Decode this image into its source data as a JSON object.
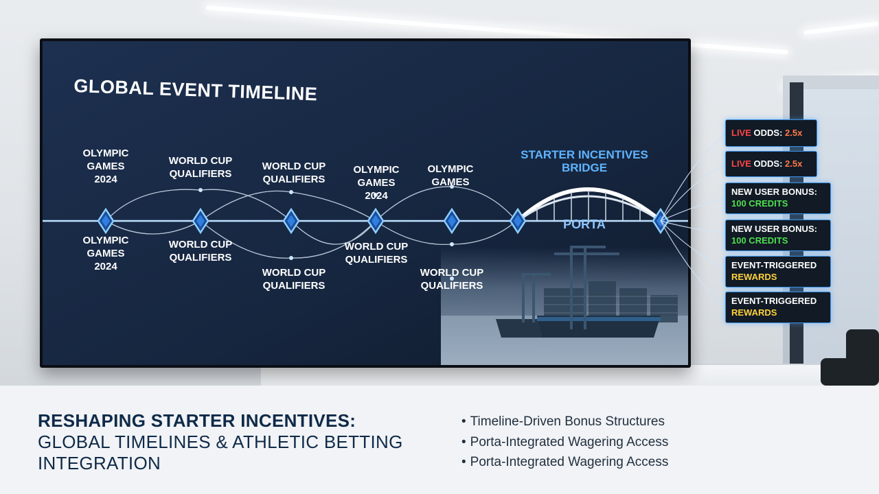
{
  "screen": {
    "title": "GLOBAL EVENT TIMELINE",
    "events_top": [
      "OLYMPIC\nGAMES\n2024",
      "WORLD CUP\nQUALIFIERS",
      "WORLD CUP\nQUALIFIERS",
      "OLYMPIC\nGAMES\n2024",
      "OLYMPIC\nGAMES"
    ],
    "events_bottom": [
      "OLYMPIC\nGAMES\n2024",
      "WORLD CUP\nQUALIFIERS",
      "WORLD CUP\nQUALIFIERS",
      "WORLD CUP\nQUALIFIERS",
      "WORLD CUP\nQUALIFIERS"
    ],
    "bridge_title": "STARTER INCENTIVES\nBRIDGE",
    "porta_label": "PORTA"
  },
  "callouts": [
    {
      "label": "LIVE",
      "rest": " ODDS: ",
      "value": "2.5x",
      "label_color": "#ff4545",
      "value_color": "#ff7a4a"
    },
    {
      "label": "LIVE",
      "rest": " ODDS: ",
      "value": "2.5x",
      "label_color": "#ff4545",
      "value_color": "#ff7a4a"
    },
    {
      "label": "NEW USER BONUS:",
      "value": "100 CREDITS",
      "value_color": "#4fe04f"
    },
    {
      "label": "NEW USER BONUS:",
      "value": "100 CREDITS",
      "value_color": "#4fe04f"
    },
    {
      "label": "EVENT-TRIGGERED",
      "value": "REWARDS",
      "value_color": "#ffd23a"
    },
    {
      "label": "EVENT-TRIGGERED",
      "value": "REWARDS",
      "value_color": "#ffd23a"
    }
  ],
  "caption": {
    "title_line1": "RESHAPING STARTER INCENTIVES:",
    "title_line2": "GLOBAL TIMELINES & ATHLETIC BETTING INTEGRATION",
    "bullets": [
      "Timeline-Driven Bonus Structures",
      "Porta-Integrated Wagering Access",
      "Porta-Integrated Wagering Access"
    ]
  },
  "colors": {
    "accent_blue": "#3d8fe0",
    "caption_title": "#0f2a48"
  }
}
